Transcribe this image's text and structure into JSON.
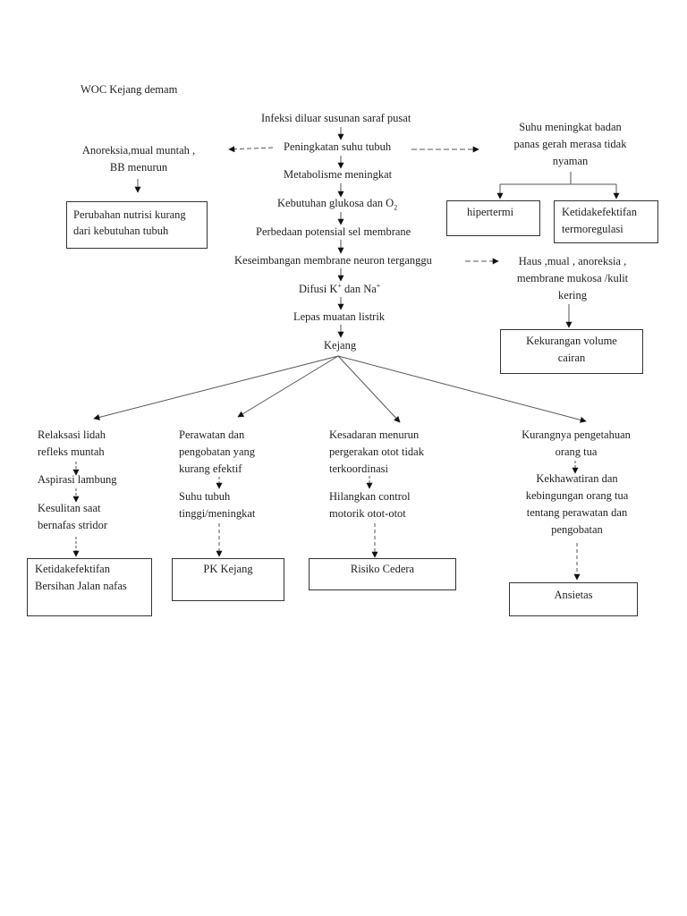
{
  "title": "WOC Kejang demam",
  "chain": {
    "infeksi": "Infeksi diluar susunan saraf pusat",
    "peningkatan_suhu": "Peningkatan suhu tubuh",
    "metabolisme": "Metabolisme meningkat",
    "kebutuhan_prefix": "Kebutuhan glukosa dan O",
    "kebutuhan_sub": "2",
    "perbedaan": "Perbedaan  potensial sel membrane",
    "keseimbangan": "Keseimbangan membrane neuron terganggu",
    "difusi_prefix": "Difusi K",
    "difusi_sup1": "+",
    "difusi_mid": " dan Na",
    "difusi_sup2": "+",
    "lepas": "Lepas muatan listrik",
    "kejang": "Kejang"
  },
  "left_branch": {
    "line1": "Anoreksia,mual muntah ,",
    "line2": "BB menurun",
    "box_line1": "Perubahan nutrisi kurang",
    "box_line2": "dari kebutuhan tubuh"
  },
  "right_top": {
    "line1": "Suhu meningkat badan",
    "line2": "panas gerah merasa tidak",
    "line3": "nyaman",
    "box_hipertermi": "hipertermi",
    "box_termo_line1": "Ketidakefektifan",
    "box_termo_line2": "termoregulasi"
  },
  "right_mid": {
    "line1": "Haus ,mual , anoreksia ,",
    "line2": "membrane mukosa /kulit",
    "line3": "kering",
    "box_line1": "Kekurangan volume",
    "box_line2": "cairan"
  },
  "branch1": {
    "l1": "Relaksasi lidah",
    "l2": "refleks muntah",
    "l3": "Aspirasi lambung",
    "l4": "Kesulitan saat",
    "l5": "bernafas stridor",
    "box_line1": "Ketidakefektifan",
    "box_line2": "Bersihan Jalan nafas"
  },
  "branch2": {
    "l1": "Perawatan dan",
    "l2": "pengobatan yang",
    "l3": "kurang efektif",
    "l4": "Suhu tubuh",
    "l5": "tinggi/meningkat",
    "box": "PK Kejang"
  },
  "branch3": {
    "l1": "Kesadaran menurun",
    "l2": "pergerakan otot tidak",
    "l3": "terkoordinasi",
    "l4": "Hilangkan control",
    "l5": "motorik otot-otot",
    "box": "Risiko Cedera"
  },
  "branch4": {
    "l1": "Kurangnya pengetahuan",
    "l2": "orang tua",
    "l3": "Kekhawatiran dan",
    "l4": "kebingungan orang tua",
    "l5": "tentang perawatan dan",
    "l6": "pengobatan",
    "box": "Ansietas"
  }
}
